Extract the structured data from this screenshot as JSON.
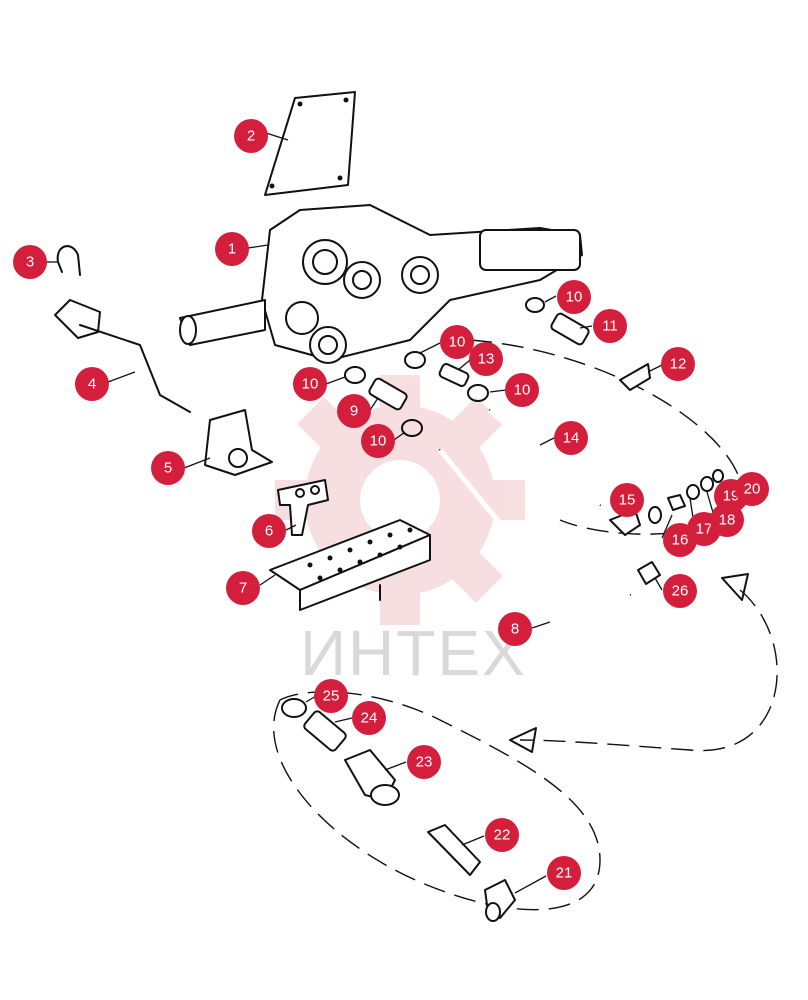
{
  "colors": {
    "callout": "#d41f3c",
    "watermark": "#f2c4c8",
    "watermark_text": "#d9d9d9",
    "line": "#111111"
  },
  "watermark": {
    "text": "ИНТЕХ"
  },
  "callouts": [
    {
      "id": "c1",
      "label": "1"
    },
    {
      "id": "c2",
      "label": "2"
    },
    {
      "id": "c3",
      "label": "3"
    },
    {
      "id": "c4",
      "label": "4"
    },
    {
      "id": "c5",
      "label": "5"
    },
    {
      "id": "c6",
      "label": "6"
    },
    {
      "id": "c7",
      "label": "7"
    },
    {
      "id": "c8",
      "label": "8"
    },
    {
      "id": "c9",
      "label": "9"
    },
    {
      "id": "c10a",
      "label": "10"
    },
    {
      "id": "c10b",
      "label": "10"
    },
    {
      "id": "c10c",
      "label": "10"
    },
    {
      "id": "c10d",
      "label": "10"
    },
    {
      "id": "c10e",
      "label": "10"
    },
    {
      "id": "c11",
      "label": "11"
    },
    {
      "id": "c12",
      "label": "12"
    },
    {
      "id": "c13",
      "label": "13"
    },
    {
      "id": "c14",
      "label": "14"
    },
    {
      "id": "c15",
      "label": "15"
    },
    {
      "id": "c16",
      "label": "16"
    },
    {
      "id": "c17",
      "label": "17"
    },
    {
      "id": "c18",
      "label": "18"
    },
    {
      "id": "c19",
      "label": "19"
    },
    {
      "id": "c20",
      "label": "20"
    },
    {
      "id": "c21",
      "label": "21"
    },
    {
      "id": "c22",
      "label": "22"
    },
    {
      "id": "c23",
      "label": "23"
    },
    {
      "id": "c24",
      "label": "24"
    },
    {
      "id": "c25",
      "label": "25"
    },
    {
      "id": "c26",
      "label": "26"
    }
  ]
}
